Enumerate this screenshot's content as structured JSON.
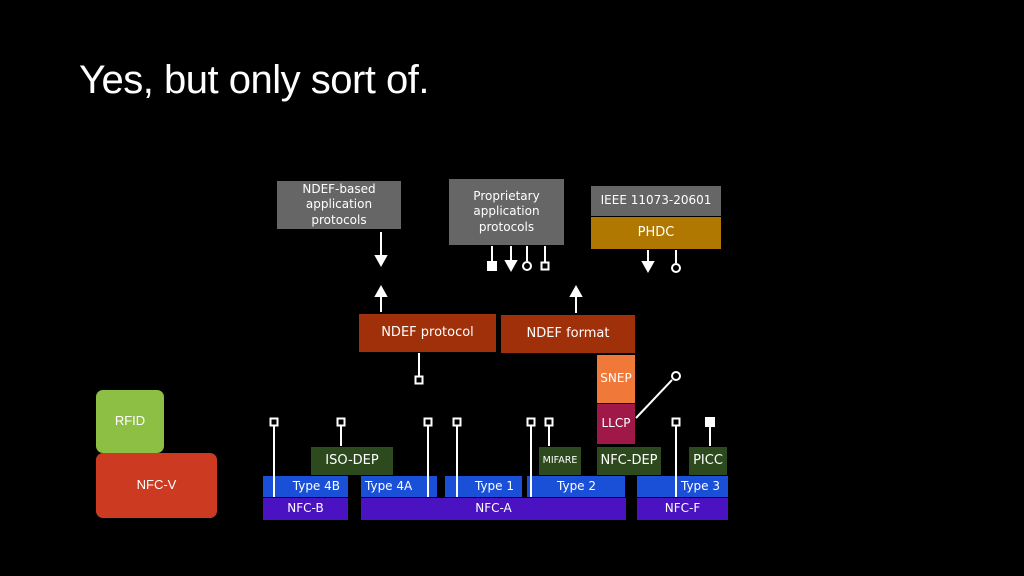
{
  "slide": {
    "title": "Yes, but only sort of."
  },
  "diagram": {
    "top": {
      "ndef_based": "NDEF-based\napplication protocols",
      "proprietary": "Proprietary\napplication\nprotocols",
      "ieee": "IEEE 11073-20601",
      "phdc": "PHDC"
    },
    "middle": {
      "ndef_protocol": "NDEF protocol",
      "ndef_format": "NDEF format",
      "snep": "SNEP",
      "llcp": "LLCP"
    },
    "side": {
      "rfid": "RFID",
      "nfcv": "NFC-V"
    },
    "row3": {
      "isodep": "ISO-DEP",
      "mifare": "MIFARE",
      "nfcdep": "NFC-DEP",
      "picc": "PICC"
    },
    "row2": {
      "type4b": "Type 4B",
      "type4a": "Type 4A",
      "type1": "Type 1",
      "type2": "Type 2",
      "type3": "Type 3"
    },
    "row1": {
      "nfcb": "NFC-B",
      "nfca": "NFC-A",
      "nfcf": "NFC-F"
    },
    "colors": {
      "gray": "#666666",
      "phdc": "#b07800",
      "ndef": "#a0300a",
      "snep": "#f07838",
      "llcp": "#a01848",
      "green_dark": "#2d4a1e",
      "type_blue": "#1a4fd8",
      "nfc_purple": "#4a12c0",
      "rfid": "#8cbf44",
      "nfcv": "#cc3a22"
    }
  }
}
